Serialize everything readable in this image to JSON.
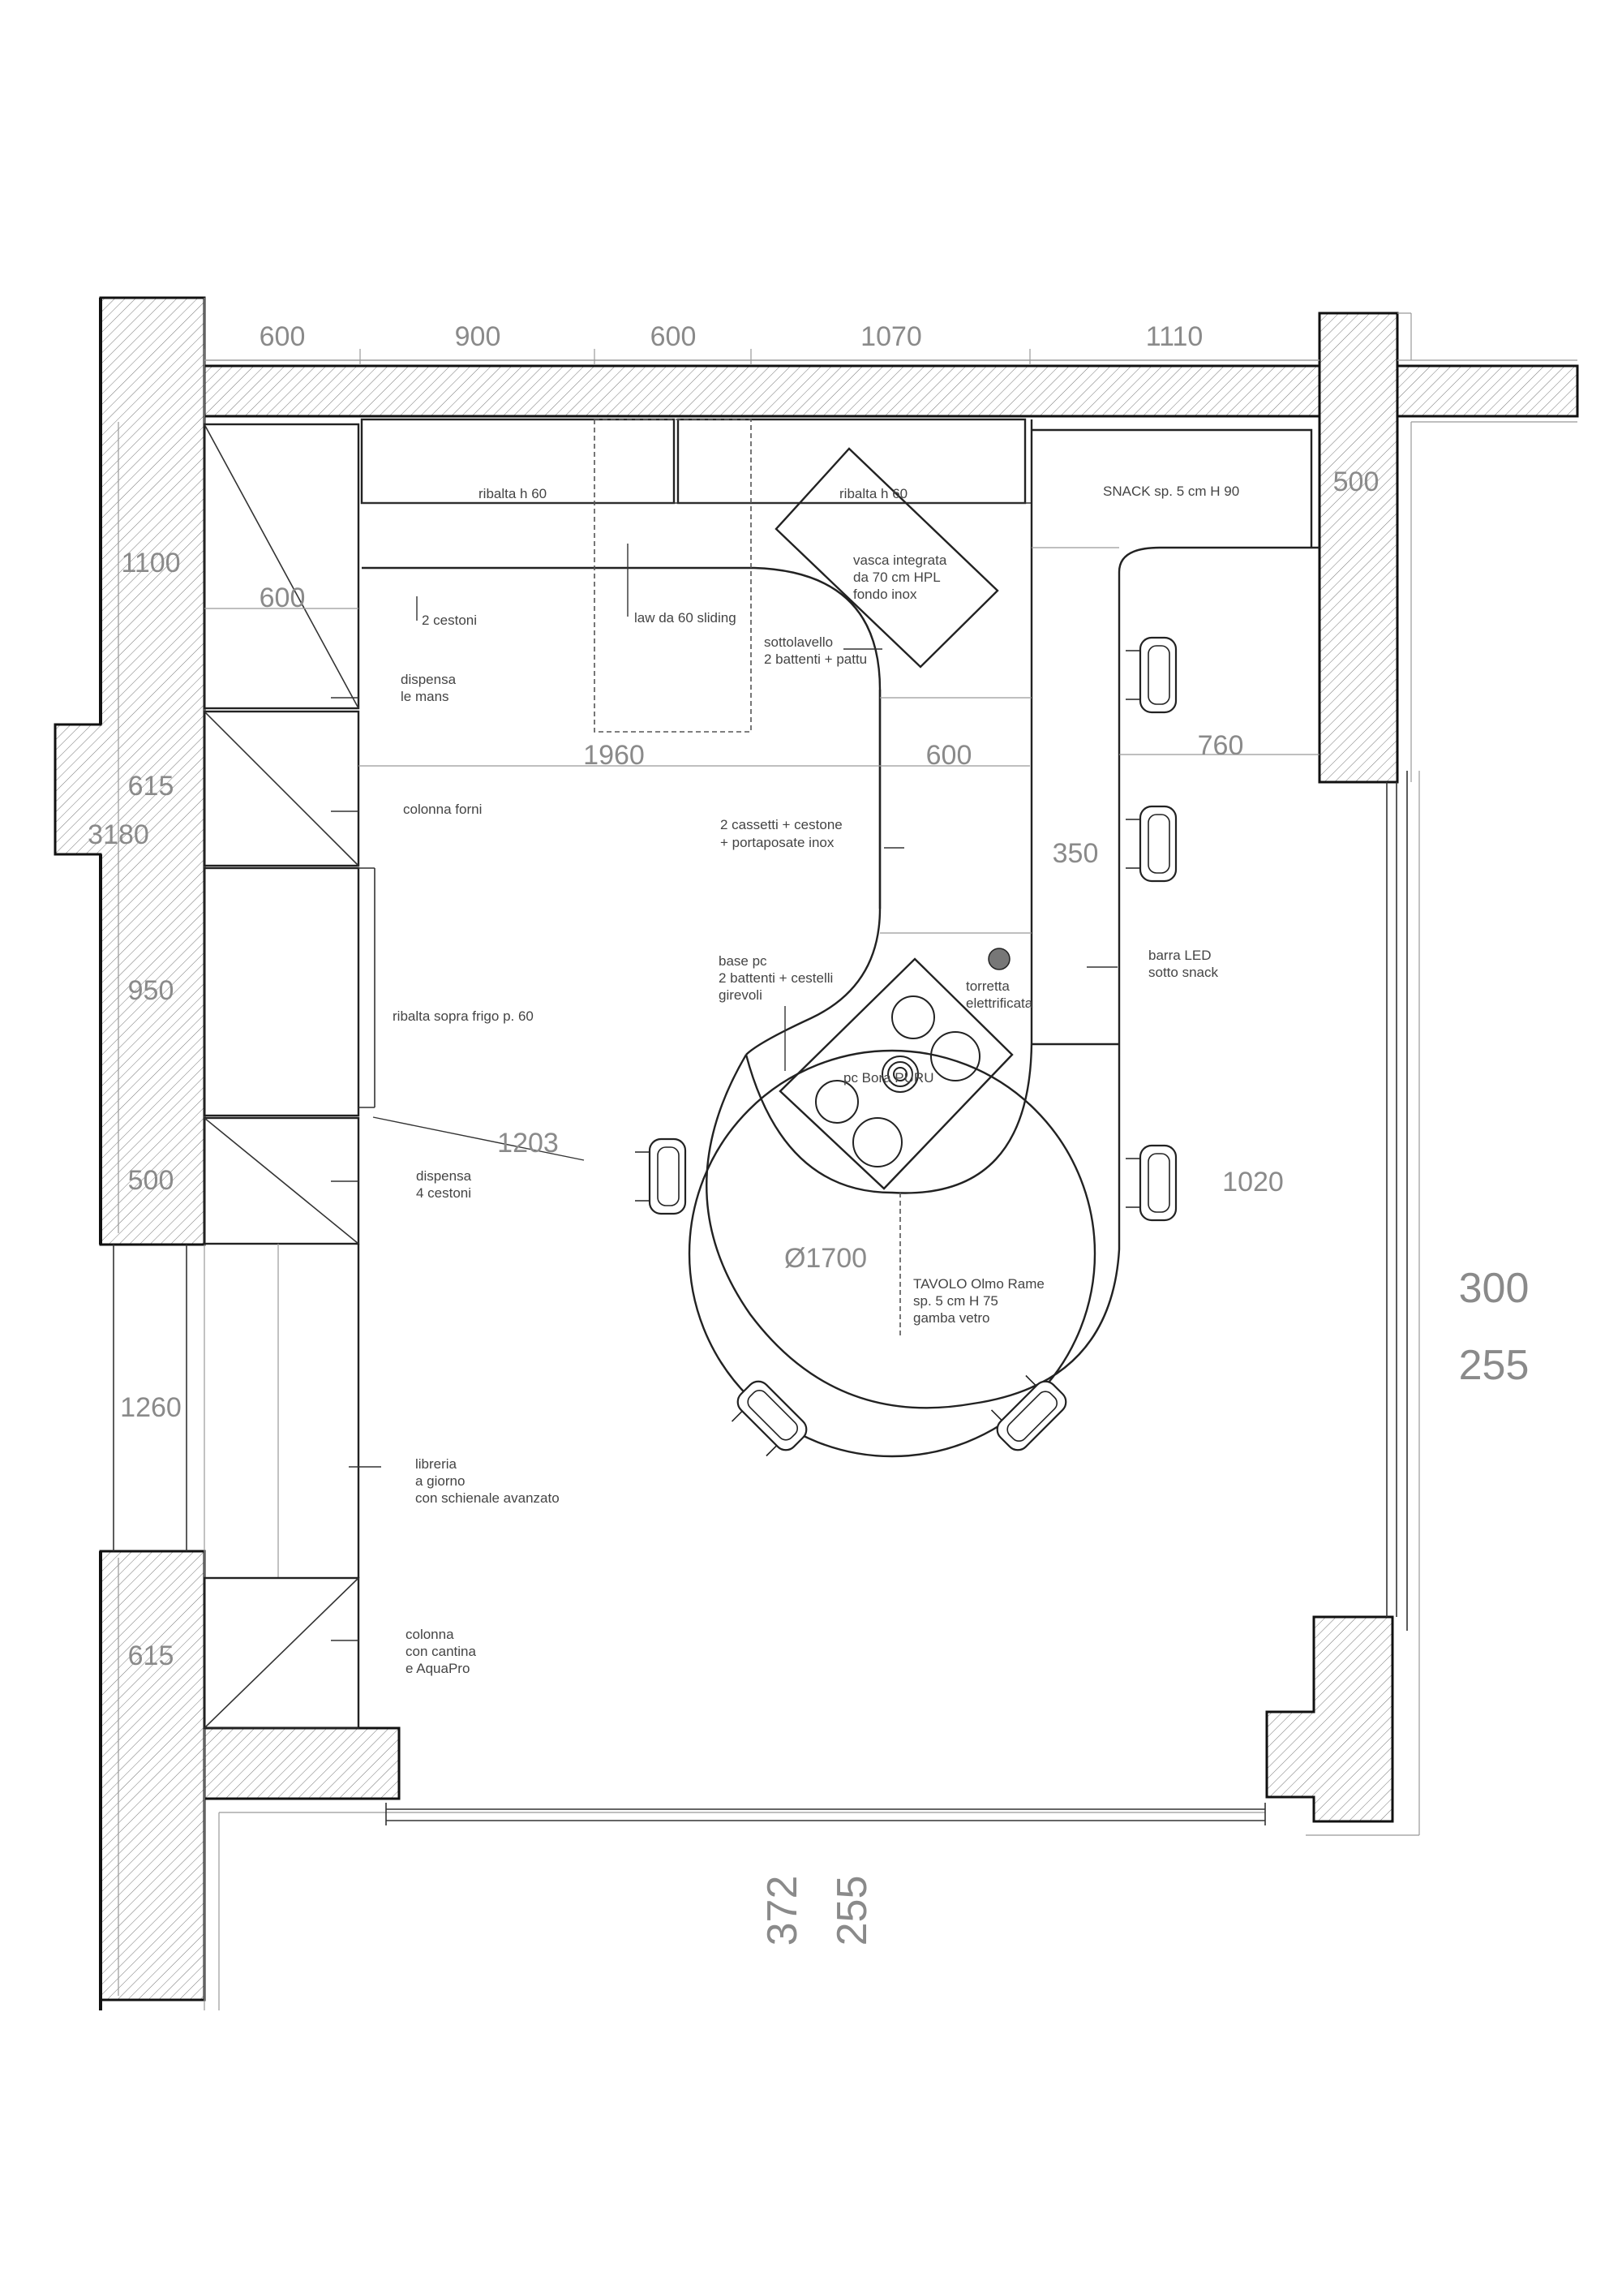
{
  "drawing": {
    "dimensions_top": [
      "600",
      "900",
      "600",
      "1070",
      "1110"
    ],
    "dimensions_left": [
      "1100",
      "615",
      "3180",
      "950",
      "500",
      "1260",
      "615"
    ],
    "dimensions_inner": {
      "d600_left": "600",
      "d1960": "1960",
      "d600_mid": "600",
      "d760": "760",
      "d350": "350",
      "d500_right": "500",
      "d1203": "1203",
      "d1020": "1020",
      "diameter": "Ø1700"
    },
    "heights_right": [
      "300",
      "255"
    ],
    "heights_bottom": [
      "372",
      "255"
    ],
    "labels": {
      "ribalta_left": "ribalta h 60",
      "ribalta_right": "ribalta h 60",
      "cestoni_2": "2 cestoni",
      "law_sliding": "law da 60 sliding",
      "vasca_1": "vasca integrata",
      "vasca_2": "da 70 cm HPL",
      "vasca_3": "fondo inox",
      "sottolavello_1": "sottolavello",
      "sottolavello_2": "2 battenti + pattu",
      "snack": "SNACK sp. 5 cm  H 90",
      "dispensa_mans_1": "dispensa",
      "dispensa_mans_2": "le mans",
      "colonna_forni": "colonna forni",
      "cassetti_1": "2 cassetti + cestone",
      "cassetti_2": "+ portaposate inox",
      "base_pc_1": "base pc",
      "base_pc_2": "2 battenti + cestelli",
      "base_pc_3": "girevoli",
      "torretta_1": "torretta",
      "torretta_2": "elettrificata",
      "barra_led_1": "barra LED",
      "barra_led_2": "sotto snack",
      "ribalta_frigo": "ribalta sopra frigo p. 60",
      "pc_boral": "pc Bora PURU",
      "dispensa_4_1": "dispensa",
      "dispensa_4_2": "4 cestoni",
      "tavolo_1": "TAVOLO Olmo Rame",
      "tavolo_2": "sp. 5 cm  H 75",
      "tavolo_3": "gamba vetro",
      "libreria_1": "libreria",
      "libreria_2": "a giorno",
      "libreria_3": "con schienale avanzato",
      "colonna_cantina_1": "colonna",
      "colonna_cantina_2": "con cantina",
      "colonna_cantina_3": "e AquaPro"
    }
  },
  "colors": {
    "line": "#222222",
    "dimension": "#8a8a8a",
    "hob_dot": "#777777"
  },
  "icons": [
    "chair-icon",
    "hob-burner-icon",
    "electrical-tower-icon"
  ]
}
